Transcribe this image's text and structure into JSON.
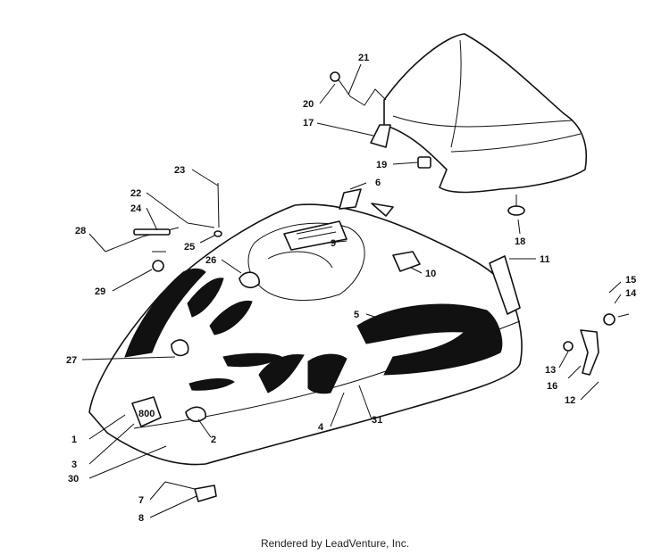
{
  "callouts": [
    "1",
    "2",
    "3",
    "4",
    "5",
    "6",
    "7",
    "8",
    "9",
    "10",
    "11",
    "12",
    "13",
    "14",
    "15",
    "16",
    "17",
    "18",
    "19",
    "20",
    "21",
    "22",
    "23",
    "24",
    "25",
    "26",
    "27",
    "28",
    "29",
    "30",
    "31"
  ],
  "credit": "Rendered by LeadVenture, Inc."
}
